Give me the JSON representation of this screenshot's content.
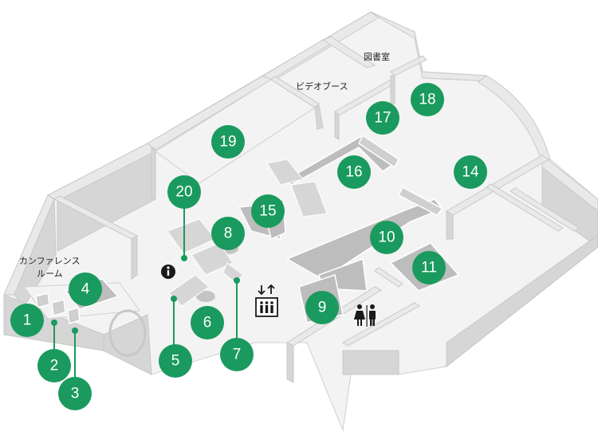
{
  "colors": {
    "marker": "#1a9a5e",
    "floor": "#f3f3f3",
    "wall": "#e6e6e6",
    "fixture": "#bdbdbd"
  },
  "room_labels": {
    "conference_line1": "カンファレンス",
    "conference_line2": "ルーム",
    "video_booth": "ビデオブース",
    "library": "図書室"
  },
  "markers": {
    "m1": "1",
    "m2": "2",
    "m3": "3",
    "m4": "4",
    "m5": "5",
    "m6": "6",
    "m7": "7",
    "m8": "8",
    "m9": "9",
    "m10": "10",
    "m11": "11",
    "m14": "14",
    "m15": "15",
    "m16": "16",
    "m17": "17",
    "m18": "18",
    "m19": "19",
    "m20": "20"
  },
  "icons": {
    "info": "info-icon",
    "elevator": "elevator-icon",
    "restroom": "restroom-icon"
  }
}
